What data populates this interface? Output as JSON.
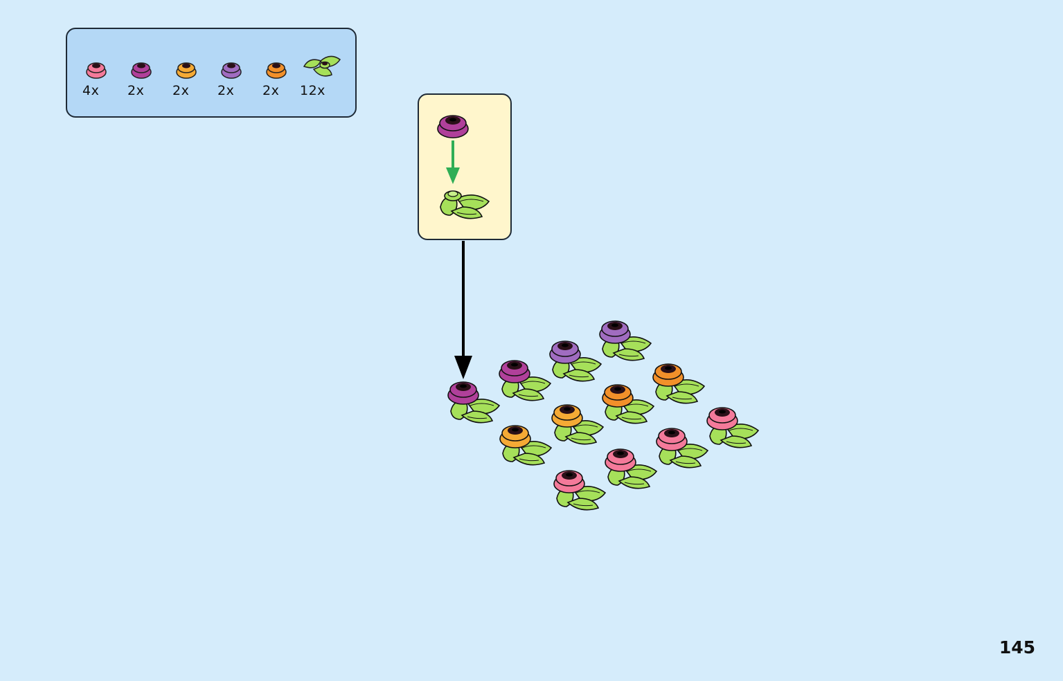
{
  "parts": [
    {
      "qty": "4x",
      "type": "flower",
      "color": "#f47a9a"
    },
    {
      "qty": "2x",
      "type": "flower",
      "color": "#b0409a"
    },
    {
      "qty": "2x",
      "type": "flower",
      "color": "#f5aa35"
    },
    {
      "qty": "2x",
      "type": "flower",
      "color": "#a06cc0"
    },
    {
      "qty": "2x",
      "type": "flower",
      "color": "#f2902a"
    },
    {
      "qty": "12x",
      "type": "leaf",
      "color": "#a6e05a"
    }
  ],
  "page": {
    "number": "145"
  },
  "colors": {
    "background": "#d5ecfb",
    "parts_panel": "#b4d8f6",
    "subassembly_panel": "#fff6cc",
    "leaf": "#a6e05a",
    "insert_arrow": "#2fae55",
    "placement_arrow": "#000000"
  }
}
